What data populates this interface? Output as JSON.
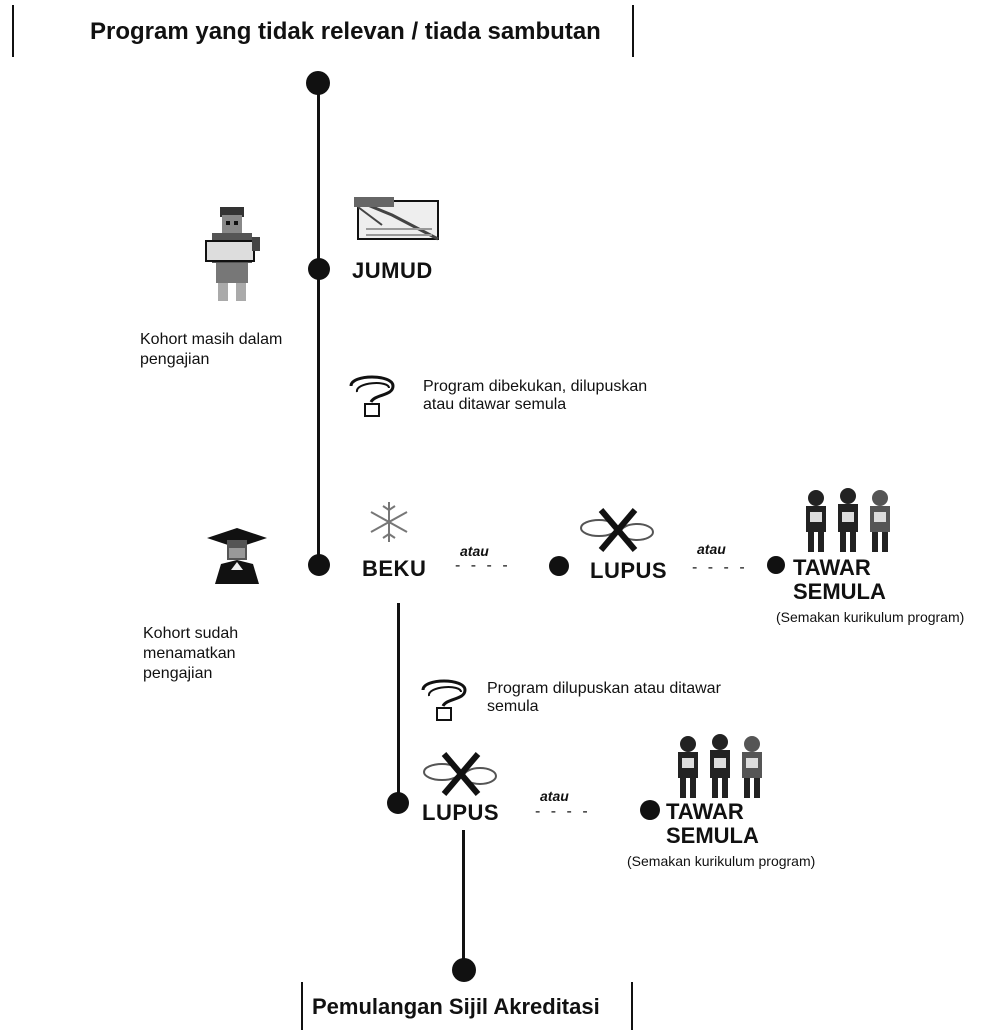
{
  "header": {
    "title": "Program yang tidak relevan / tiada sambutan"
  },
  "footer": {
    "title": "Pemulangan Sijil Akreditasi"
  },
  "stages": {
    "jumud": "JUMUD",
    "beku": "BEKU",
    "lupus_top": "LUPUS",
    "tawar_top_line1": "TAWAR",
    "tawar_top_line2": "SEMULA",
    "lupus_bottom": "LUPUS",
    "tawar_bottom_line1": "TAWAR",
    "tawar_bottom_line2": "SEMULA"
  },
  "connectors": {
    "atau": "atau",
    "dashes": "- - - -"
  },
  "notes": {
    "decision_1_line1": "Program dibekukan, dilupuskan",
    "decision_1_line2": "atau ditawar semula",
    "decision_2_line1": "Program  dilupuskan atau ditawar",
    "decision_2_line2": "semula",
    "revision_top": "(Semakan kurikulum program)",
    "revision_bottom": "(Semakan kurikulum program)"
  },
  "cohorts": {
    "studying_line1": "Kohort masih dalam",
    "studying_line2": "pengajian",
    "graduated_line1": "Kohort sudah",
    "graduated_line2": "menamatkan",
    "graduated_line3": "pengajian"
  },
  "icons": {
    "student": "student-icon",
    "book": "book-icon",
    "question": "question-icon",
    "graduate": "graduate-icon",
    "snowflake": "snowflake-icon",
    "eraser": "eraser-cross-icon",
    "group": "student-group-icon"
  }
}
